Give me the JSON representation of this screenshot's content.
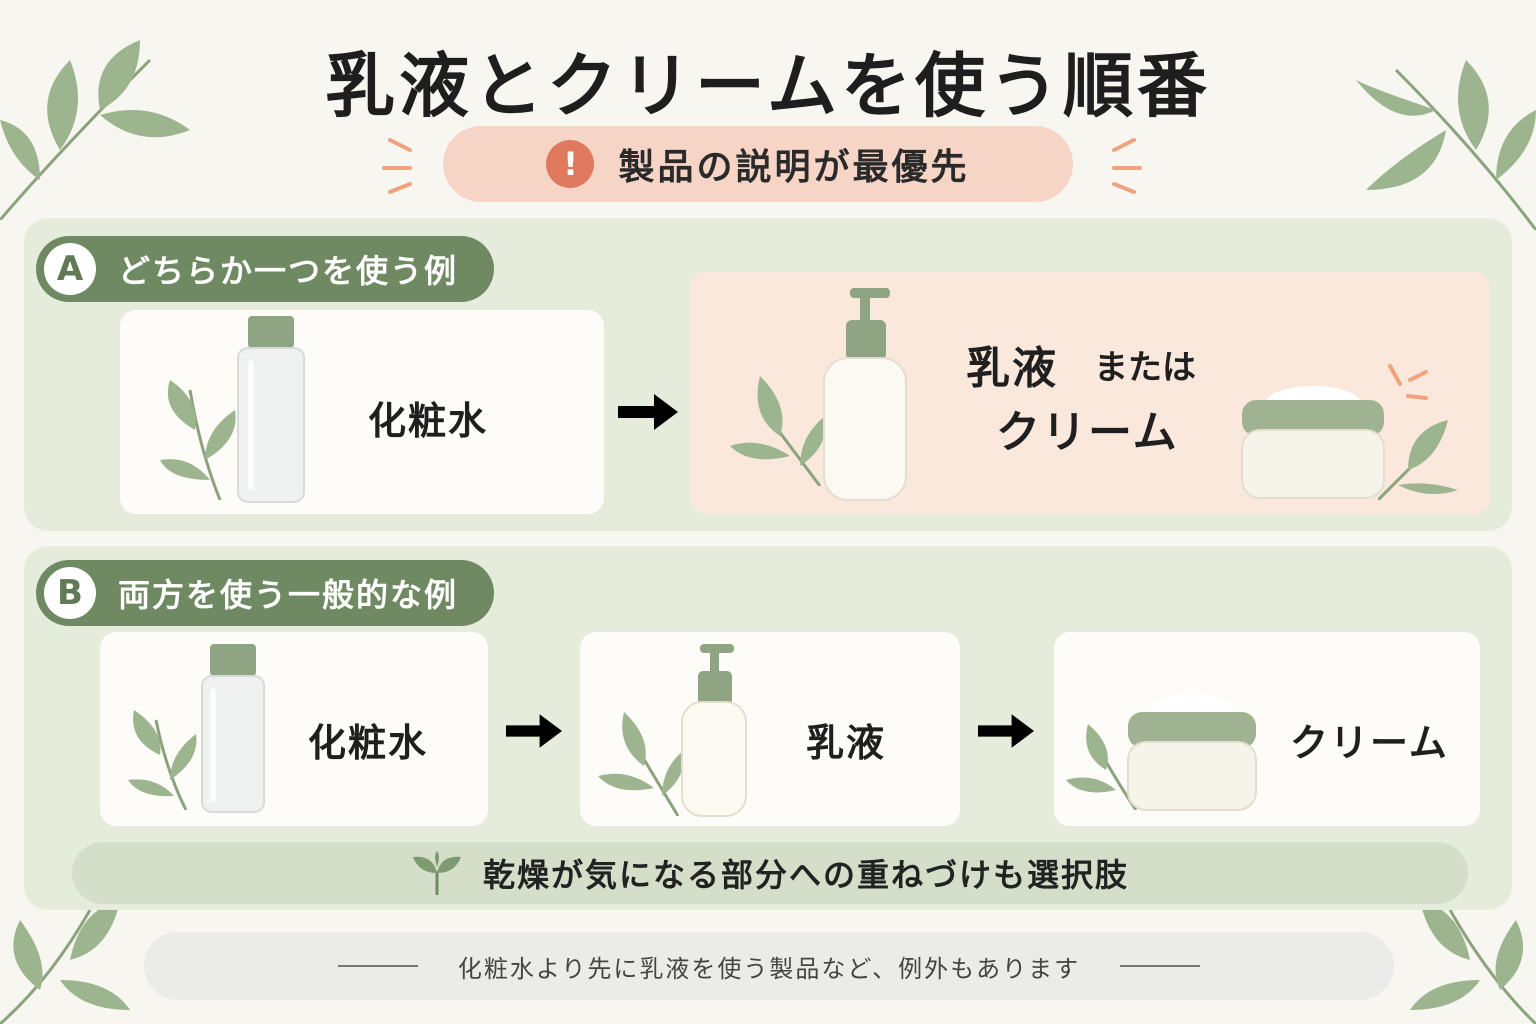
{
  "title": "乳液とクリームを使う順番",
  "notice": {
    "text": "製品の説明が最優先",
    "icon": "exclamation-icon"
  },
  "section_a": {
    "letter": "A",
    "heading": "どちらか一つを使う例",
    "step1": "化粧水",
    "step2_main": "乳液",
    "step2_or": "または",
    "step2_alt": "クリーム"
  },
  "section_b": {
    "letter": "B",
    "heading": "両方を使う一般的な例",
    "step1": "化粧水",
    "step2": "乳液",
    "step3": "クリーム",
    "tip": "乾燥が気になる部分への重ねづけも選択肢"
  },
  "footer": {
    "text": "化粧水より先に乳液を使う製品など、例外もあります"
  },
  "colors": {
    "accent_green": "#6f8a62",
    "section_bg": "#e6ecdc",
    "notice_bg": "#f6d5c6",
    "notice_icon": "#e07a5f",
    "highlight_card": "#fbe8dc"
  }
}
